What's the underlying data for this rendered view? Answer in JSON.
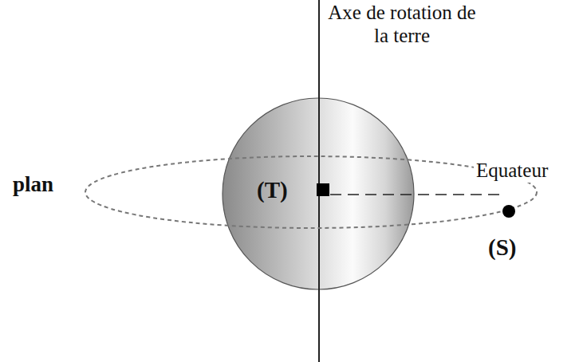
{
  "diagram": {
    "labels": [
      "Axe de rotation de la terre",
      "plan",
      "(T)",
      "Equateur",
      "(S)"
    ]
  }
}
